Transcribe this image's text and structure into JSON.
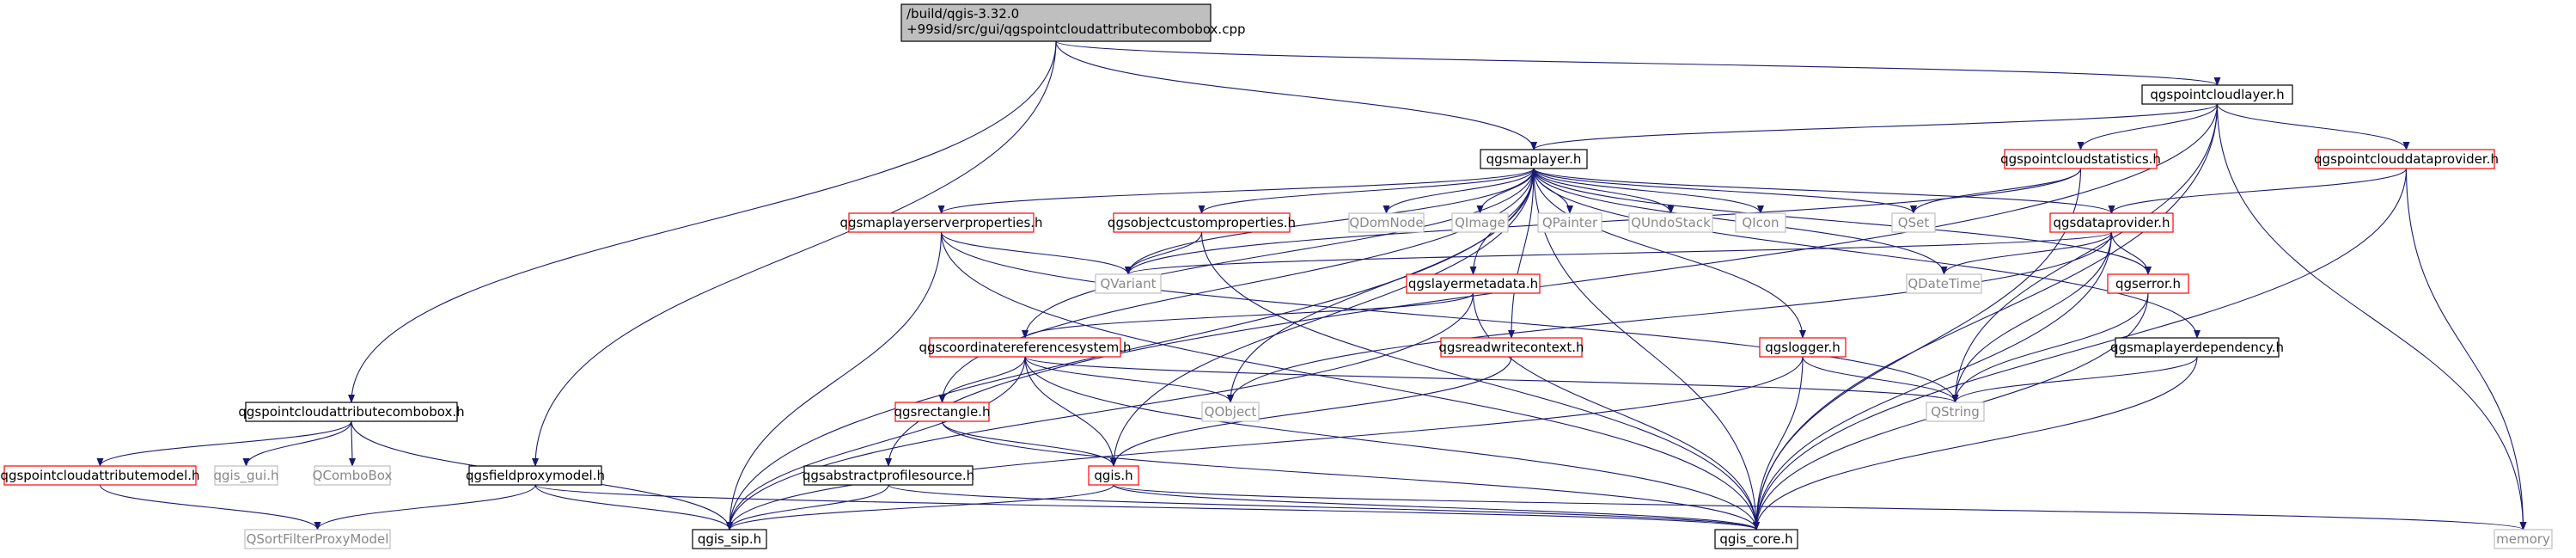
{
  "colors": {
    "edge": "#191970",
    "focus_fill": "#bfbfbf",
    "box_black": "#000000",
    "box_red": "#ff0000",
    "box_gray": "#bfbfbf",
    "text_gray": "#888888",
    "fill": "#ffffff"
  },
  "nodes": [
    {
      "id": "root",
      "lines": [
        "/build/qgis-3.32.0",
        "+99sid/src/gui/qgspointcloudattributecombobox.cpp"
      ],
      "style": "focus"
    },
    {
      "id": "pointcloudlayer",
      "lines": [
        "qgspointcloudlayer.h"
      ],
      "style": "black"
    },
    {
      "id": "maplayer",
      "lines": [
        "qgsmaplayer.h"
      ],
      "style": "black"
    },
    {
      "id": "pcstatistics",
      "lines": [
        "qgspointcloudstatistics.h"
      ],
      "style": "red"
    },
    {
      "id": "pcdataprovider",
      "lines": [
        "qgspointclouddataprovider.h"
      ],
      "style": "red"
    },
    {
      "id": "serverprops",
      "lines": [
        "qgsmaplayerserverproperties.h"
      ],
      "style": "red"
    },
    {
      "id": "customprops",
      "lines": [
        "qgsobjectcustomproperties.h"
      ],
      "style": "red"
    },
    {
      "id": "qdomnode",
      "lines": [
        "QDomNode"
      ],
      "style": "gray"
    },
    {
      "id": "qimage",
      "lines": [
        "QImage"
      ],
      "style": "gray"
    },
    {
      "id": "qpainter",
      "lines": [
        "QPainter"
      ],
      "style": "gray"
    },
    {
      "id": "qundostack",
      "lines": [
        "QUndoStack"
      ],
      "style": "gray"
    },
    {
      "id": "qicon",
      "lines": [
        "QIcon"
      ],
      "style": "gray"
    },
    {
      "id": "qset",
      "lines": [
        "QSet"
      ],
      "style": "gray"
    },
    {
      "id": "dataprovider",
      "lines": [
        "qgsdataprovider.h"
      ],
      "style": "red"
    },
    {
      "id": "qvariant",
      "lines": [
        "QVariant"
      ],
      "style": "gray"
    },
    {
      "id": "qdatetime",
      "lines": [
        "QDateTime"
      ],
      "style": "gray"
    },
    {
      "id": "layermetadata",
      "lines": [
        "qgslayermetadata.h"
      ],
      "style": "red"
    },
    {
      "id": "qgserror",
      "lines": [
        "qgserror.h"
      ],
      "style": "red"
    },
    {
      "id": "crs",
      "lines": [
        "qgscoordinatereferencesystem.h"
      ],
      "style": "red"
    },
    {
      "id": "readwritecontext",
      "lines": [
        "qgsreadwritecontext.h"
      ],
      "style": "red"
    },
    {
      "id": "logger",
      "lines": [
        "qgslogger.h"
      ],
      "style": "red"
    },
    {
      "id": "layerdependency",
      "lines": [
        "qgsmaplayerdependency.h"
      ],
      "style": "black"
    },
    {
      "id": "combobox",
      "lines": [
        "qgspointcloudattributecombobox.h"
      ],
      "style": "black"
    },
    {
      "id": "qobject",
      "lines": [
        "QObject"
      ],
      "style": "gray"
    },
    {
      "id": "qstring",
      "lines": [
        "QString"
      ],
      "style": "gray"
    },
    {
      "id": "rectangle",
      "lines": [
        "qgsrectangle.h"
      ],
      "style": "red"
    },
    {
      "id": "attrmodel",
      "lines": [
        "qgspointcloudattributemodel.h"
      ],
      "style": "red"
    },
    {
      "id": "qgisgui",
      "lines": [
        "qgis_gui.h"
      ],
      "style": "gray"
    },
    {
      "id": "qcombobox",
      "lines": [
        "QComboBox"
      ],
      "style": "gray"
    },
    {
      "id": "fieldproxy",
      "lines": [
        "qgsfieldproxymodel.h"
      ],
      "style": "black"
    },
    {
      "id": "profilesource",
      "lines": [
        "qgsabstractprofilesource.h"
      ],
      "style": "black"
    },
    {
      "id": "qgish",
      "lines": [
        "qgis.h"
      ],
      "style": "red"
    },
    {
      "id": "memory",
      "lines": [
        "memory"
      ],
      "style": "gray"
    },
    {
      "id": "sortfilter",
      "lines": [
        "QSortFilterProxyModel"
      ],
      "style": "gray"
    },
    {
      "id": "qgissip",
      "lines": [
        "qgis_sip.h"
      ],
      "style": "black"
    },
    {
      "id": "qgiscore",
      "lines": [
        "qgis_core.h"
      ],
      "style": "black"
    }
  ],
  "edges": [
    [
      "root",
      "pointcloudlayer"
    ],
    [
      "root",
      "maplayer"
    ],
    [
      "root",
      "combobox"
    ],
    [
      "root",
      "fieldproxy"
    ],
    [
      "pointcloudlayer",
      "maplayer"
    ],
    [
      "pointcloudlayer",
      "pcstatistics"
    ],
    [
      "pointcloudlayer",
      "pcdataprovider"
    ],
    [
      "pointcloudlayer",
      "profilesource"
    ],
    [
      "pointcloudlayer",
      "qgiscore"
    ],
    [
      "pointcloudlayer",
      "memory"
    ],
    [
      "pointcloudlayer",
      "qstring"
    ],
    [
      "pcstatistics",
      "qset"
    ],
    [
      "pcstatistics",
      "qvariant"
    ],
    [
      "pcstatistics",
      "qgiscore"
    ],
    [
      "pcdataprovider",
      "dataprovider"
    ],
    [
      "pcdataprovider",
      "qgiscore"
    ],
    [
      "pcdataprovider",
      "memory"
    ],
    [
      "maplayer",
      "serverprops"
    ],
    [
      "maplayer",
      "customprops"
    ],
    [
      "maplayer",
      "qdomnode"
    ],
    [
      "maplayer",
      "qimage"
    ],
    [
      "maplayer",
      "qpainter"
    ],
    [
      "maplayer",
      "qundostack"
    ],
    [
      "maplayer",
      "qicon"
    ],
    [
      "maplayer",
      "qset"
    ],
    [
      "maplayer",
      "dataprovider"
    ],
    [
      "maplayer",
      "qvariant"
    ],
    [
      "maplayer",
      "qdatetime"
    ],
    [
      "maplayer",
      "layermetadata"
    ],
    [
      "maplayer",
      "qgserror"
    ],
    [
      "maplayer",
      "crs"
    ],
    [
      "maplayer",
      "readwritecontext"
    ],
    [
      "maplayer",
      "logger"
    ],
    [
      "maplayer",
      "layerdependency"
    ],
    [
      "maplayer",
      "qobject"
    ],
    [
      "maplayer",
      "rectangle"
    ],
    [
      "maplayer",
      "qgish"
    ],
    [
      "maplayer",
      "qgissip"
    ],
    [
      "maplayer",
      "qgiscore"
    ],
    [
      "serverprops",
      "qvariant"
    ],
    [
      "serverprops",
      "qstring"
    ],
    [
      "serverprops",
      "qgissip"
    ],
    [
      "serverprops",
      "qgiscore"
    ],
    [
      "customprops",
      "qvariant"
    ],
    [
      "customprops",
      "qgiscore"
    ],
    [
      "dataprovider",
      "qvariant"
    ],
    [
      "dataprovider",
      "qdatetime"
    ],
    [
      "dataprovider",
      "qgserror"
    ],
    [
      "dataprovider",
      "qobject"
    ],
    [
      "dataprovider",
      "qstring"
    ],
    [
      "dataprovider",
      "qgiscore"
    ],
    [
      "layermetadata",
      "crs"
    ],
    [
      "layermetadata",
      "qgissip"
    ],
    [
      "layermetadata",
      "qgiscore"
    ],
    [
      "qgserror",
      "qstring"
    ],
    [
      "qgserror",
      "qgiscore"
    ],
    [
      "crs",
      "rectangle"
    ],
    [
      "crs",
      "qobject"
    ],
    [
      "crs",
      "qstring"
    ],
    [
      "crs",
      "qgish"
    ],
    [
      "crs",
      "qgissip"
    ],
    [
      "crs",
      "qgiscore"
    ],
    [
      "readwritecontext",
      "qgish"
    ],
    [
      "logger",
      "qstring"
    ],
    [
      "logger",
      "qgissip"
    ],
    [
      "logger",
      "qgiscore"
    ],
    [
      "layerdependency",
      "qstring"
    ],
    [
      "layerdependency",
      "qgiscore"
    ],
    [
      "rectangle",
      "qgish"
    ],
    [
      "rectangle",
      "qgiscore"
    ],
    [
      "combobox",
      "attrmodel"
    ],
    [
      "combobox",
      "qgisgui"
    ],
    [
      "combobox",
      "qcombobox"
    ],
    [
      "combobox",
      "qgissip"
    ],
    [
      "attrmodel",
      "sortfilter"
    ],
    [
      "fieldproxy",
      "sortfilter"
    ],
    [
      "fieldproxy",
      "qgissip"
    ],
    [
      "fieldproxy",
      "qgiscore"
    ],
    [
      "profilesource",
      "qgissip"
    ],
    [
      "profilesource",
      "qgiscore"
    ],
    [
      "qgish",
      "qgissip"
    ],
    [
      "qgish",
      "qgiscore"
    ],
    [
      "qgish",
      "memory"
    ]
  ]
}
